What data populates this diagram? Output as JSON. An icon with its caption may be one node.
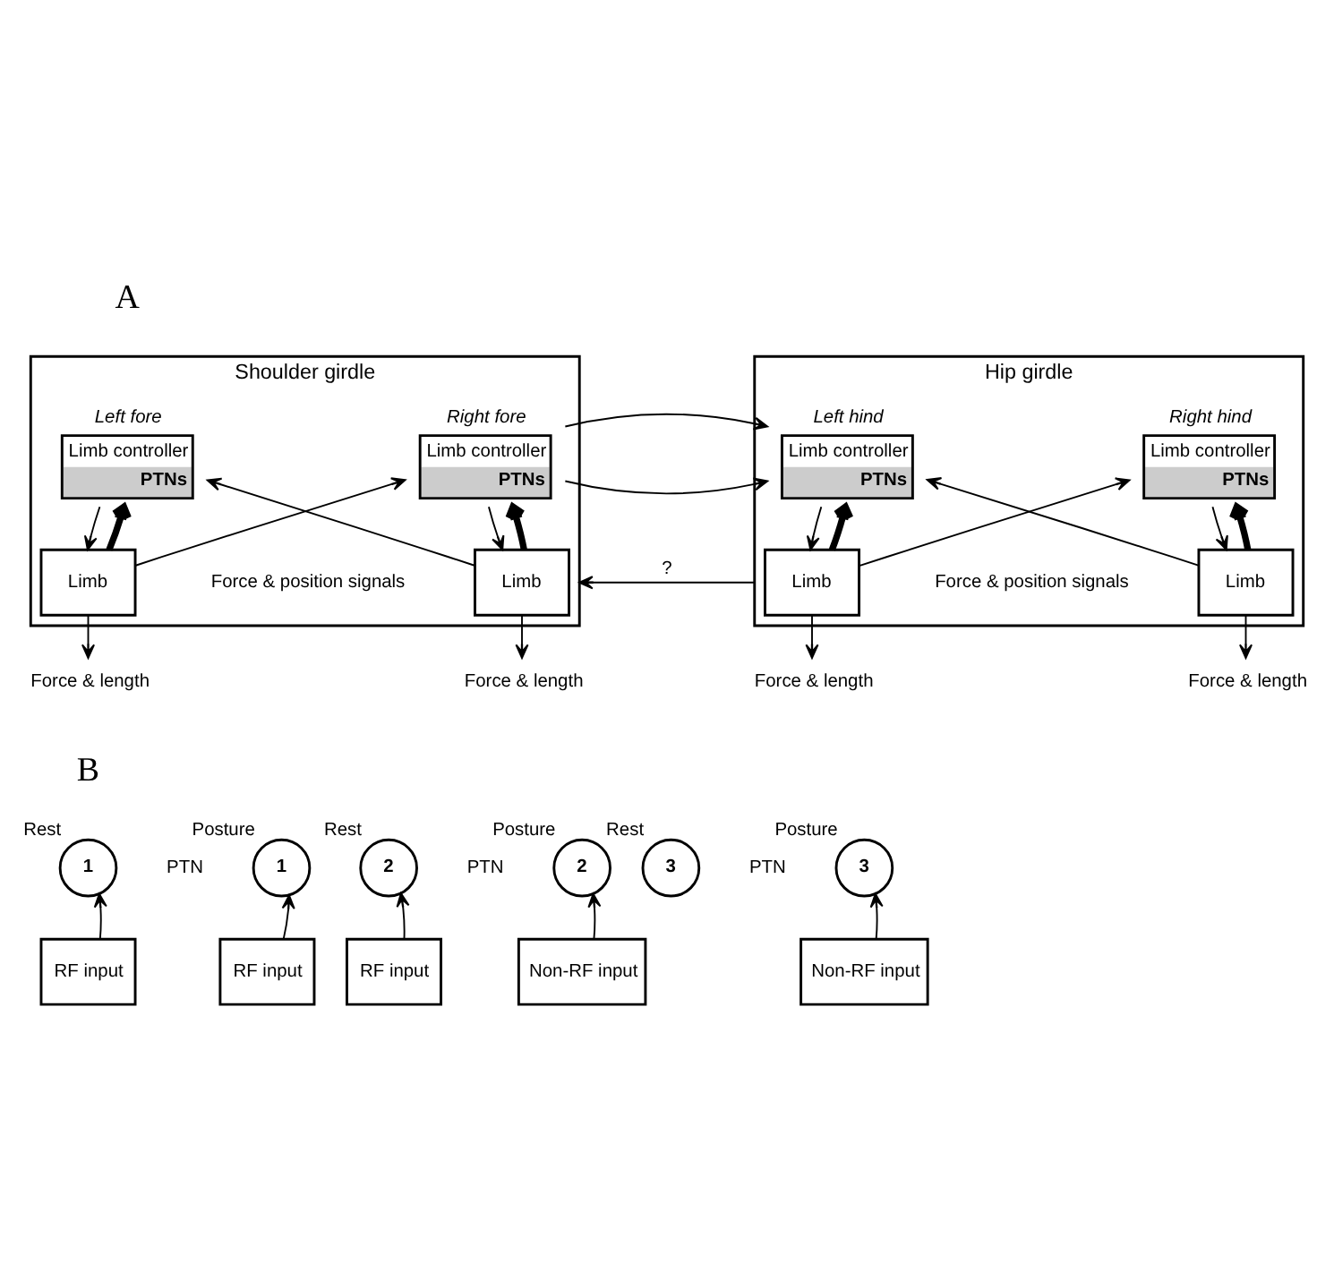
{
  "diagram": {
    "nodes": [
      {
        "text": [
          "Shoulder girdle"
        ]
      },
      {
        "text": [
          "Left fore",
          "Limb controller",
          "PTNs"
        ],
        "in": 0
      },
      {
        "text": [
          "Limb"
        ],
        "in": 0
      },
      {
        "text": [
          "Right fore",
          "Limb controller",
          "PTNs"
        ],
        "in": 0
      },
      {
        "text": [
          "Limb"
        ],
        "in": 0
      },
      {
        "text": [
          "Force & length"
        ]
      },
      {
        "text": [
          "Force & length"
        ]
      },
      {
        "text": [
          "Hip girdle"
        ]
      },
      {
        "text": [
          "Left hind",
          "Limb controller",
          "PTNs"
        ],
        "in": 7
      },
      {
        "text": [
          "Limb"
        ],
        "in": 7
      },
      {
        "text": [
          "Right hind",
          "Limb controller",
          "PTNs"
        ],
        "in": 7
      },
      {
        "text": [
          "Limb"
        ],
        "in": 7
      },
      {
        "text": [
          "Force & length"
        ]
      },
      {
        "text": [
          "Force & length"
        ]
      },
      {
        "text": [
          "1"
        ],
        "beside": [
          "Rest"
        ]
      },
      {
        "text": [
          "1"
        ],
        "beside": [
          "Posture"
        ]
      },
      {
        "text": [
          "2"
        ],
        "beside": [
          "Rest"
        ]
      },
      {
        "text": [
          "2"
        ],
        "beside": [
          "Posture"
        ]
      },
      {
        "text": [
          "3"
        ],
        "beside": [
          "Rest"
        ]
      },
      {
        "text": [
          "3"
        ],
        "beside": [
          "Posture"
        ]
      },
      {
        "text": [
          "RF input"
        ]
      },
      {
        "text": [
          "RF input"
        ]
      },
      {
        "text": [
          "RF input"
        ]
      },
      {
        "text": [
          "Non-RF input"
        ]
      },
      {
        "text": [
          "Non-RF input"
        ]
      }
    ],
    "edges": [
      {
        "from": 1,
        "to": 2,
        "arrow": "to"
      },
      {
        "from": 3,
        "to": 4,
        "arrow": "to"
      },
      {
        "from": 2,
        "to": 1,
        "arrow": "to",
        "style": "thick"
      },
      {
        "from": 2,
        "to": 3,
        "arrow": "to"
      },
      {
        "from": 4,
        "to": 3,
        "arrow": "to",
        "style": "thick"
      },
      {
        "from": 4,
        "to": 1,
        "arrow": "to"
      },
      {
        "from": 2,
        "to": 5,
        "arrow": "to"
      },
      {
        "from": 4,
        "to": 6,
        "arrow": "to"
      },
      {
        "from": 0,
        "to": 7,
        "arrow": "to"
      },
      {
        "from": 7,
        "to": 0,
        "arrow": "to",
        "label": "?"
      },
      {
        "from": 8,
        "to": 9,
        "arrow": "to"
      },
      {
        "from": 10,
        "to": 11,
        "arrow": "to"
      },
      {
        "from": 9,
        "to": 8,
        "arrow": "to",
        "style": "thick"
      },
      {
        "from": 9,
        "to": 10,
        "arrow": "to"
      },
      {
        "from": 11,
        "to": 10,
        "arrow": "to",
        "style": "thick"
      },
      {
        "from": 11,
        "to": 8,
        "arrow": "to"
      },
      {
        "from": 9,
        "to": 12,
        "arrow": "to"
      },
      {
        "from": 11,
        "to": 13,
        "arrow": "to"
      },
      {
        "from": 20,
        "to": 14,
        "arrow": "to"
      },
      {
        "from": 21,
        "to": 15,
        "arrow": "to"
      },
      {
        "from": 22,
        "to": 16,
        "arrow": "to"
      },
      {
        "from": 23,
        "to": 17,
        "arrow": "to"
      },
      {
        "from": 24,
        "to": 19,
        "arrow": "to"
      }
    ],
    "labels": [
      "A",
      "Force & position signals",
      "Force & position signals",
      "B",
      "PTN",
      "PTN",
      "PTN"
    ]
  }
}
